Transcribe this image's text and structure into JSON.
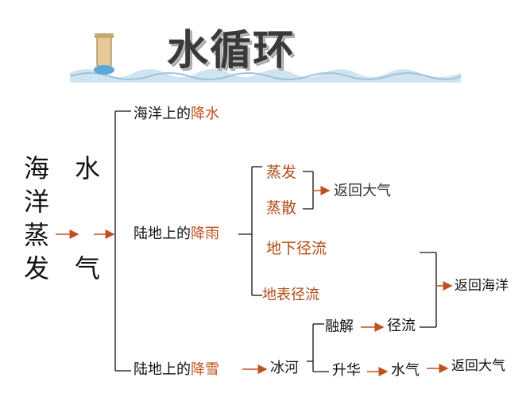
{
  "title": "水循环",
  "ocean": {
    "c1": "海",
    "c2": "洋",
    "c3": "蒸",
    "c4": "发"
  },
  "vapor": {
    "c1": "水",
    "c2": "气"
  },
  "branch_sea": {
    "prefix": "海洋上的",
    "hl": "降水"
  },
  "branch_land_rain": {
    "prefix": "陆地上的",
    "hl": "降雨"
  },
  "branch_land_snow": {
    "prefix": "陆地上的",
    "hl": "降雪"
  },
  "evaporation": "蒸发",
  "transpiration": "蒸散",
  "return_atmosphere_1": "返回大气",
  "groundwater_runoff": "地下径流",
  "surface_runoff": "地表径流",
  "return_ocean": "返回海洋",
  "melting": "融解",
  "runoff": "径流",
  "glacier": "冰河",
  "sublimation": "升华",
  "water_vapor": "水气",
  "return_atmosphere_2": "返回大气",
  "colors": {
    "accent": "#c0501e",
    "line": "#111111",
    "arrow": "#c0501e"
  }
}
